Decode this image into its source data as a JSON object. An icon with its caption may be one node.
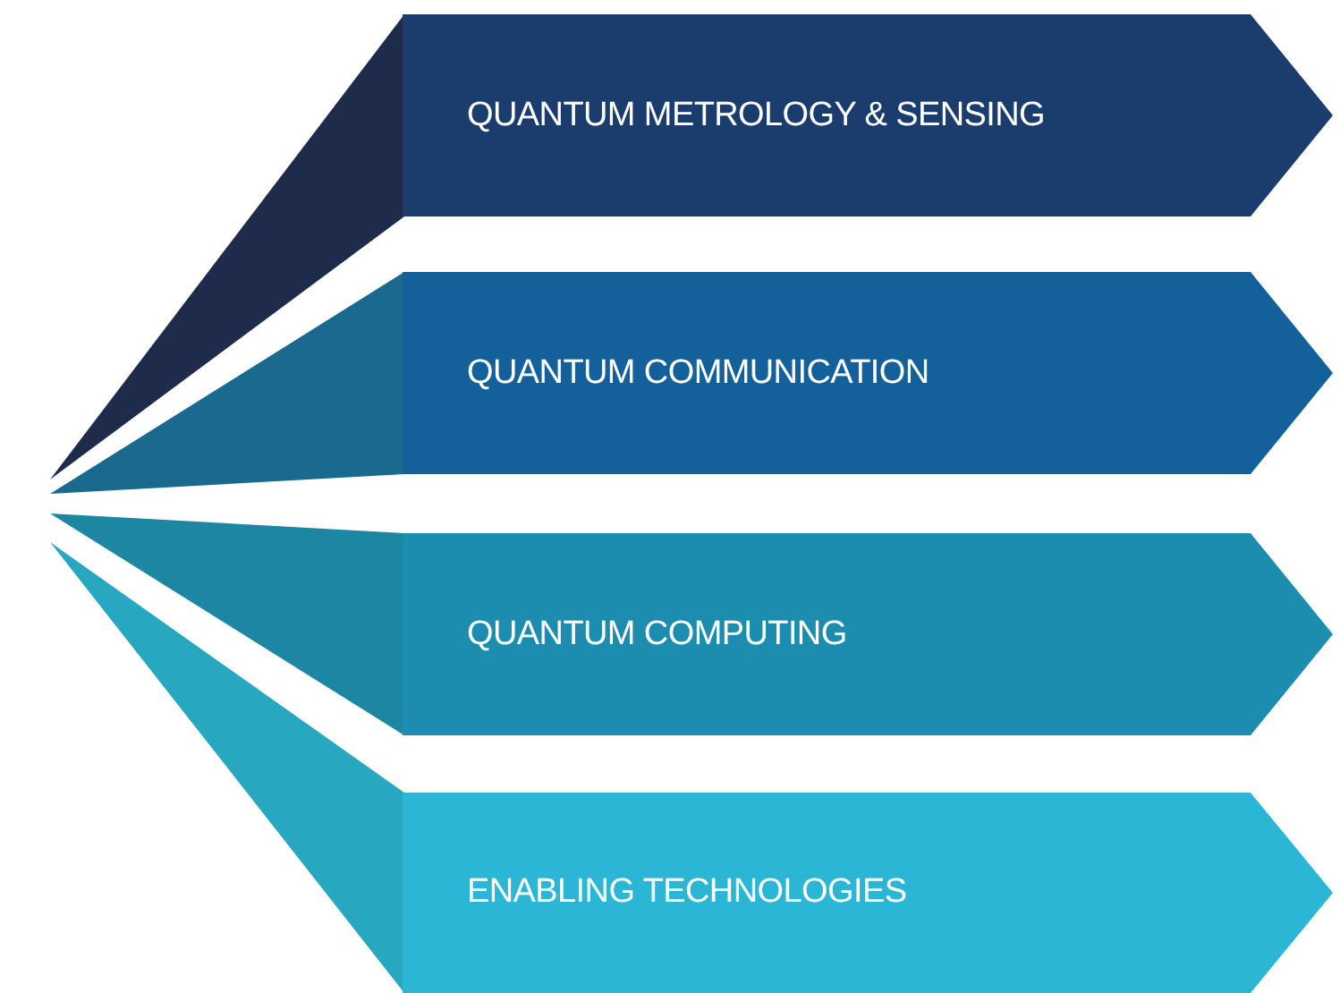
{
  "diagram": {
    "nodes": [
      {
        "text": [
          "QUANTUM METROLOGY & SENSING"
        ]
      },
      {
        "text": [
          "QUANTUM COMMUNICATION"
        ]
      },
      {
        "text": [
          "QUANTUM COMPUTING"
        ]
      },
      {
        "text": [
          "ENABLING TECHNOLOGIES"
        ]
      }
    ]
  }
}
